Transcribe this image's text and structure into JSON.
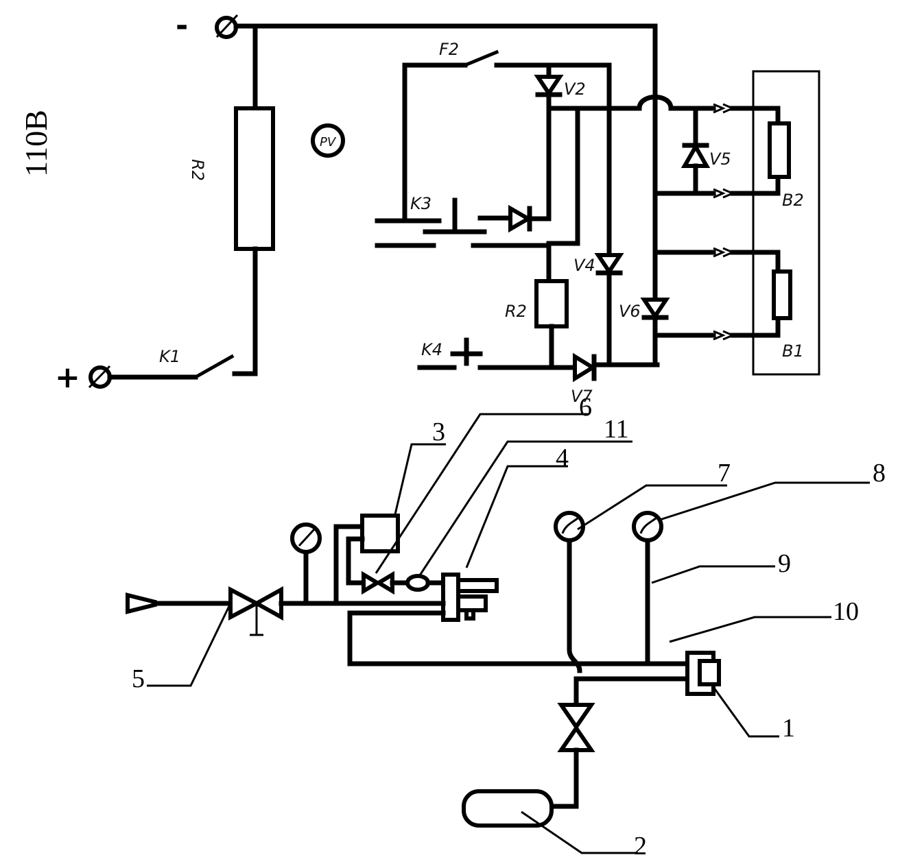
{
  "diagram": {
    "voltage_label": "110B",
    "polarity": {
      "minus": "-",
      "plus": "+"
    },
    "electrical_labels": {
      "R2_main": "R2",
      "PV": "PV",
      "F2": "F2",
      "V2": "V2",
      "V5": "V5",
      "K3": "K3",
      "V4": "V4",
      "R2_lower": "R2",
      "V6": "V6",
      "K4": "K4",
      "V7": "V7",
      "K1": "K1",
      "B2": "B2",
      "B1": "B1"
    },
    "pneumatic_labels": {
      "n3": "3",
      "n6": "6",
      "n11": "11",
      "n4": "4",
      "n7": "7",
      "n8": "8",
      "n9": "9",
      "n10": "10",
      "n5": "5",
      "n1": "1",
      "n2": "2"
    }
  }
}
